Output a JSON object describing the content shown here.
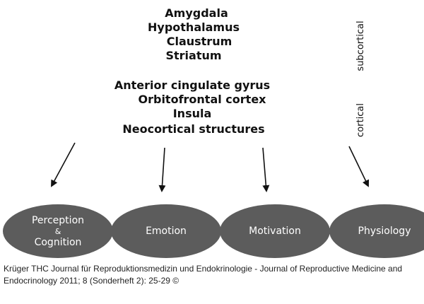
{
  "subcortical_structures": [
    "Amygdala",
    "Hypothalamus",
    "Claustrum",
    "Striatum"
  ],
  "cortical_structures": [
    "Anterior cingulate gyrus",
    "Orbitofrontal cortex",
    "Insula",
    "Neocortical structures"
  ],
  "side_labels": {
    "subcortical": "subcortical",
    "cortical": "cortical"
  },
  "outcomes": {
    "perception_line1": "Perception",
    "perception_amp": "&",
    "perception_line2": "Cognition",
    "emotion": "Emotion",
    "motivation": "Motivation",
    "physiology": "Physiology"
  },
  "colors": {
    "node_fill": "#5c5c5c",
    "node_text": "#ffffff",
    "arrow": "#111111"
  },
  "caption": "Krüger THC Journal für Reproduktionsmedizin und Endokrinologie - Journal of Reproductive Medicine and Endocrinology 2011; 8 (Sonderheft 2): 25-29 ©"
}
